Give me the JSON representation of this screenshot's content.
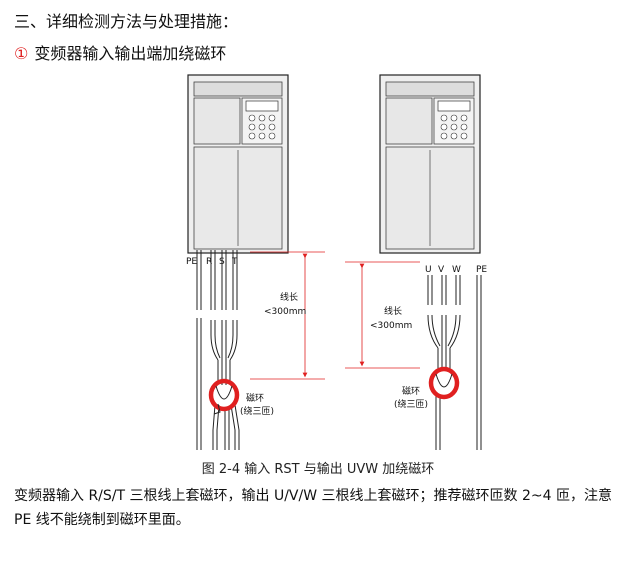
{
  "section_heading": "三、详细检测方法与处理措施：",
  "subsection": {
    "number": "①",
    "title": "变频器输入输出端加绕磁环"
  },
  "figure": {
    "left": {
      "terminals": [
        "PE",
        "R",
        "S",
        "T"
      ],
      "length_label_1": "线长",
      "length_label_2": "<300mm",
      "ring_label_1": "磁环",
      "ring_label_2": "(绕三匝)"
    },
    "right": {
      "terminals": [
        "U",
        "V",
        "W",
        "PE"
      ],
      "length_label_1": "线长",
      "length_label_2": "<300mm",
      "ring_label_1": "磁环",
      "ring_label_2": "(绕三匝)"
    },
    "caption": "图 2-4 输入 RST 与输出 UVW 加绕磁环"
  },
  "paragraph": "变频器输入 R/S/T 三根线上套磁环，输出 U/V/W 三根线上套磁环；推荐磁环匝数 2~4 匝，注意 PE 线不能绕制到磁环里面。",
  "colors": {
    "ring": "#e02020",
    "dimension_line": "#e02020"
  }
}
